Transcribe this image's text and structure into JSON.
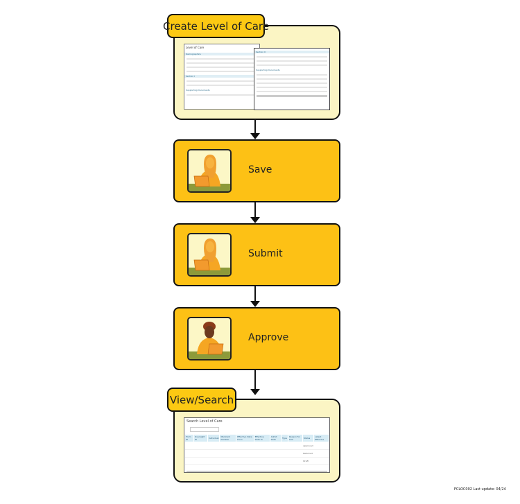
{
  "steps": {
    "create": {
      "label": "Create Level of Care",
      "screenshot": {
        "title": "Level of Care",
        "sections": [
          "Demographics",
          "Section I",
          "Supporting Documents",
          "Section II",
          "Supporting Documents"
        ]
      }
    },
    "save": {
      "label": "Save",
      "icon": "woman-at-laptop-icon"
    },
    "submit": {
      "label": "Submit",
      "icon": "woman-at-laptop-icon"
    },
    "approve": {
      "label": "Approve",
      "icon": "woman-at-laptop-icon"
    },
    "view": {
      "label": "View/Search",
      "screenshot": {
        "title": "Search Level of Care",
        "columns": [
          "Form ID",
          "Oversight ID",
          "Individual",
          "Medicaid Number",
          "Effective Date From",
          "Effective Date To",
          "Admit Date",
          "Type",
          "Reason for LOC",
          "Status",
          "Latest Effective"
        ],
        "statuses": [
          "Approved",
          "Returned",
          "Draft"
        ]
      }
    }
  },
  "footer": "FCLOC002 Last update: 04/24",
  "colors": {
    "step_fill": "#fdc115",
    "panel_fill": "#fbf5c4",
    "tab_fill": "#fcc913"
  }
}
